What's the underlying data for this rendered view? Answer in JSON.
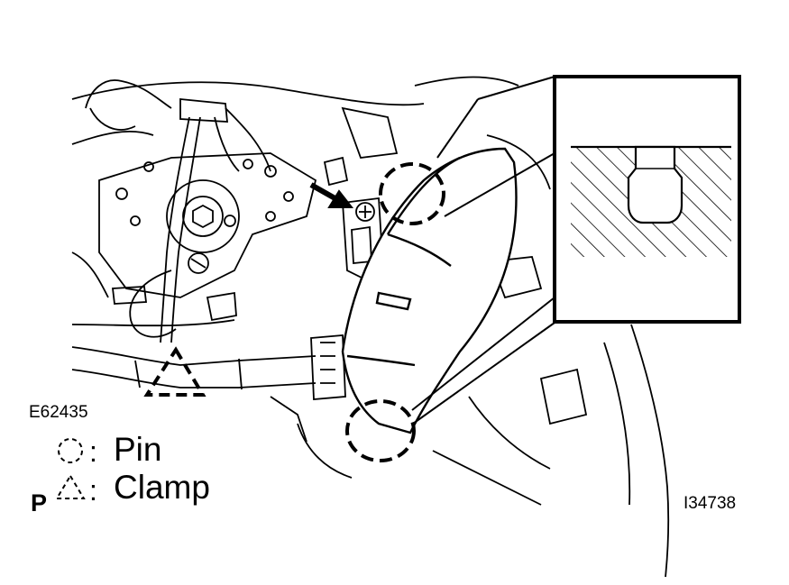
{
  "labels": {
    "ref_left": "E62435",
    "ref_right": "I34738",
    "p_mark": "P"
  },
  "legend": {
    "pin": {
      "label": "Pin",
      "symbol": "dashed-circle-icon"
    },
    "clamp": {
      "label": "Clamp",
      "symbol": "dashed-triangle-icon"
    }
  },
  "colors": {
    "ink": "#000000",
    "paper": "#ffffff"
  }
}
